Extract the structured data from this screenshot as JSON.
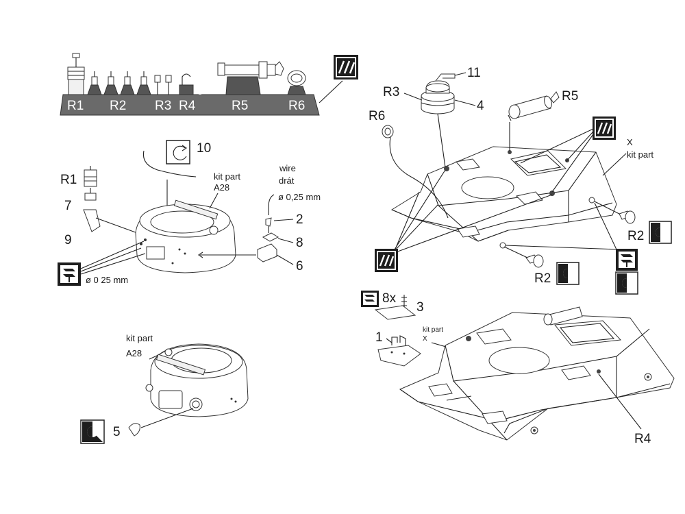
{
  "sprue": {
    "labels": [
      "R1",
      "R2",
      "R3",
      "R4",
      "R5",
      "R6"
    ]
  },
  "turret_step": {
    "part_r1": "R1",
    "part_7": "7",
    "part_9": "9",
    "rotate_label": "10",
    "kit_part_line1": "kit part",
    "kit_part_line2": "A28",
    "wire_line1": "wire",
    "wire_line2": "drát",
    "wire_size": "ø 0,25 mm",
    "part_2": "2",
    "part_8": "8",
    "part_6": "6",
    "drill_size": "ø 0 25 mm"
  },
  "turret_final": {
    "kit_part_line1": "kit part",
    "kit_part_line2": "A28",
    "part_5": "5"
  },
  "hull_top": {
    "r3": "R3",
    "part_11": "11",
    "part_4": "4",
    "r5": "R5",
    "r6": "R6",
    "x_line1": "X",
    "x_line2": "kit part",
    "r2_a": "R2",
    "r2_b": "R2"
  },
  "hull_bottom": {
    "count": "8x",
    "part_3": "3",
    "part_1": "1",
    "x_line1": "kit part",
    "x_line2": "X",
    "r4": "R4"
  },
  "colors": {
    "ink": "#1a1a1a",
    "sprue_fill": "#6a6a6a",
    "icon_dark": "#1e1e1e"
  },
  "icons": [
    "paint-stripes-icon",
    "drill-icon",
    "paint-halfblack-icon",
    "rotate-arrow-icon"
  ]
}
